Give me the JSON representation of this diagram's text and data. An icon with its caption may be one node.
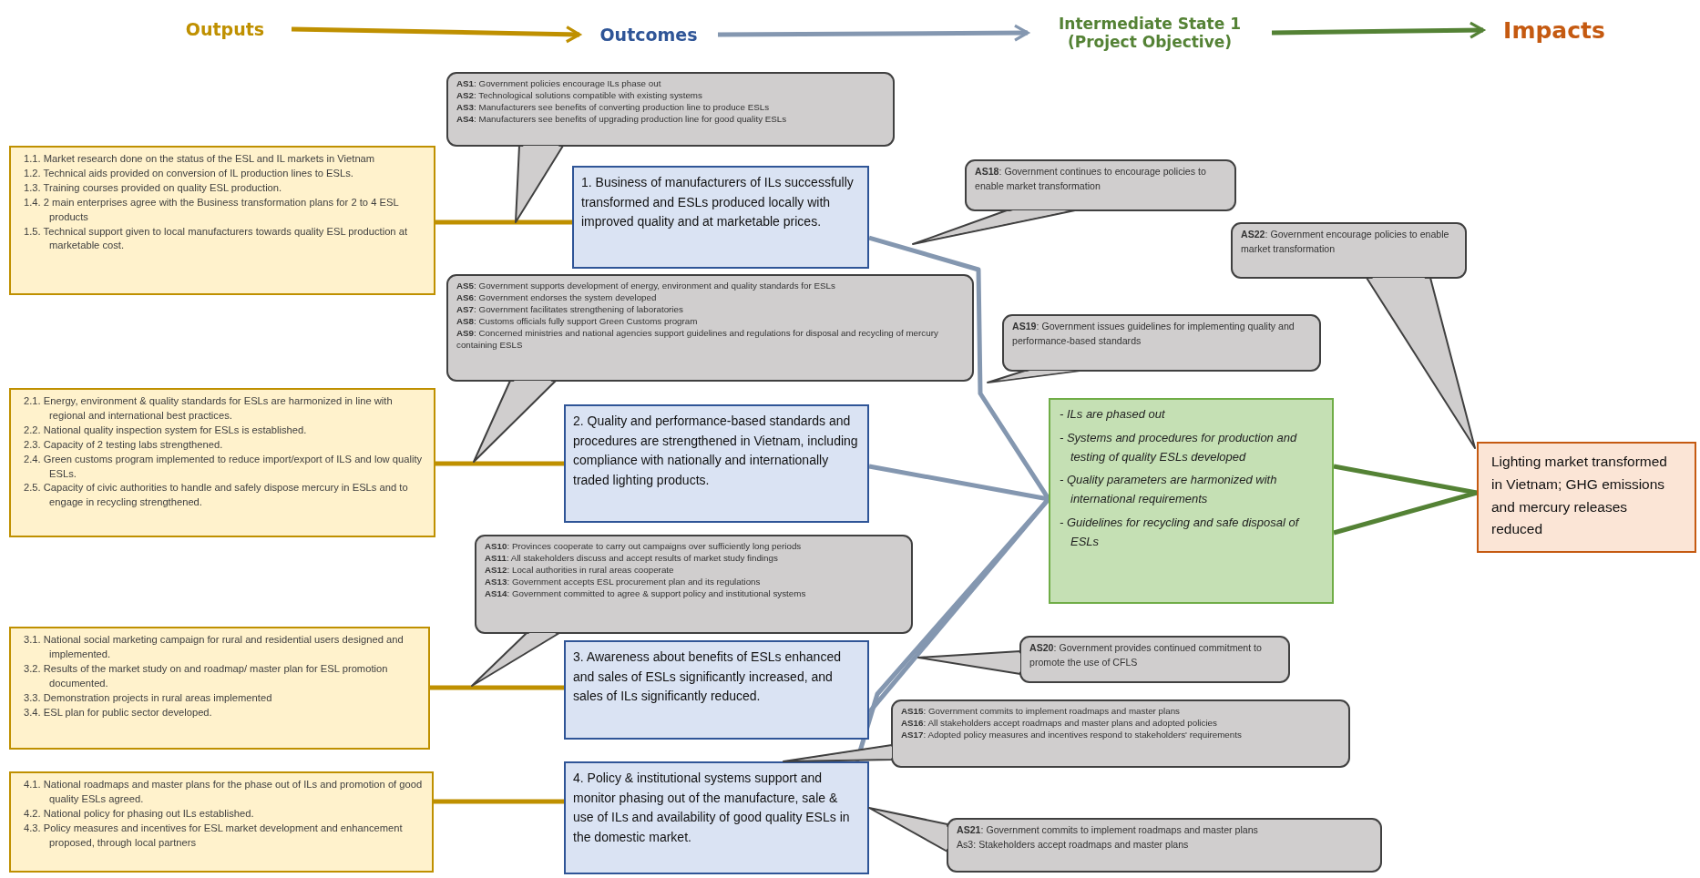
{
  "diagram": {
    "nodes": [
      {
        "text": [
          "Outputs"
        ]
      },
      {
        "text": [
          "Outcomes"
        ]
      },
      {
        "text": [
          "Intermediate State 1 (Project Objective)"
        ]
      },
      {
        "text": [
          "Impacts"
        ]
      },
      {
        "text": [
          "1.1. Market research done on the status of the ESL and IL markets in Vietnam",
          "1.2. Technical aids provided on conversion of IL production lines to ESLs.",
          "1.3. Training courses provided on quality ESL production.",
          "1.4. 2 main enterprises agree with the Business transformation plans for 2 to 4 ESL products",
          "1.5. Technical support given to local manufacturers towards quality ESL production at marketable cost."
        ]
      },
      {
        "text": [
          "1. Business of manufacturers of ILs successfully transformed and ESLs produced locally with improved quality and at marketable prices."
        ]
      },
      {
        "text": [
          "**AS1**: Government policies encourage ILs phase out",
          "**AS2**: Technological solutions compatible with existing systems",
          "**AS3**: Manufacturers see benefits of converting production line to produce ESLs",
          "**AS4**: Manufacturers see benefits of upgrading production line for good quality ESLs"
        ]
      },
      {
        "text": [
          "2.1. Energy, environment & quality standards for ESLs are harmonized in line with regional and international best practices.",
          "2.2. National quality inspection system for ESLs is established.",
          "2.3. Capacity of 2 testing labs strengthened.",
          "2.4. Green customs program implemented to reduce import/export of ILS and low quality ESLs.",
          "2.5. Capacity of civic authorities to handle and safely dispose mercury in ESLs and to engage in recycling strengthened."
        ]
      },
      {
        "text": [
          "2. Quality and performance-based standards and procedures are strengthened in Vietnam, including compliance with nationally and internationally traded lighting products."
        ]
      },
      {
        "text": [
          "**AS5**: Government supports development of energy, environment and quality standards for ESLs",
          "**AS6**: Government endorses the system developed",
          "**AS7**: Government facilitates strengthening of laboratories",
          "**AS8**: Customs officials fully support Green Customs program",
          "**AS9**: Concerned ministries and national agencies support guidelines and regulations for disposal and recycling of mercury containing ESLS"
        ]
      },
      {
        "text": [
          "3.1. National social marketing campaign for rural and residential users designed and implemented.",
          "3.2. Results of the market study on and roadmap/ master plan for ESL promotion documented.",
          "3.3. Demonstration projects in rural areas implemented",
          "3.4. ESL plan for public sector developed."
        ]
      },
      {
        "text": [
          "3. Awareness about benefits of ESLs enhanced and sales of ESLs significantly increased, and sales of ILs significantly reduced."
        ]
      },
      {
        "text": [
          "**AS10**: Provinces cooperate to carry out campaigns over sufficiently long periods",
          "**AS11**: All stakeholders discuss and accept results of market study findings",
          "**AS12**: Local authorities in rural areas cooperate",
          "**AS13**: Government accepts ESL procurement plan and its regulations",
          "**AS14**: Government committed to agree & support policy and institutional systems"
        ]
      },
      {
        "text": [
          "4.1. National roadmaps and master plans for the phase out of ILs and promotion of good quality ESLs agreed.",
          "4.2. National policy for phasing out ILs established.",
          "4.3. Policy measures and incentives for ESL market development and enhancement proposed, through local partners"
        ]
      },
      {
        "text": [
          "4. Policy & institutional systems support and monitor phasing out of the manufacture, sale & use of ILs and availability of good quality ESLs in the domestic market."
        ]
      },
      {
        "text": [
          "**AS15**: Government commits to implement roadmaps and master plans",
          "**AS16**: All stakeholders accept roadmaps and master plans and adopted policies",
          "**AS17**: Adopted policy measures and incentives respond to stakeholders' requirements"
        ]
      },
      {
        "text": [
          "**AS18**: Government continues to encourage policies to enable market transformation"
        ]
      },
      {
        "text": [
          "**AS19**: Government issues guidelines for implementing quality and performance-based standards"
        ]
      },
      {
        "text": [
          "**AS20**: Government provides continued commitment to promote the use of CFLS"
        ]
      },
      {
        "text": [
          "**AS21**: Government commits to implement roadmaps and master plans",
          "As3: Stakeholders accept roadmaps and master plans"
        ]
      },
      {
        "text": [
          "**AS22**: Government encourage policies to enable market transformation"
        ]
      },
      {
        "text": [
          "- ILs are phased out",
          "- Systems and procedures for production and testing of quality ESLs developed",
          "- Quality parameters are harmonized with international requirements",
          "- Guidelines for recycling and safe disposal of ESLs"
        ]
      },
      {
        "text": [
          "Lighting market transformed in Vietnam; GHG emissions and mercury releases reduced"
        ]
      }
    ],
    "edges": [
      {
        "from": 0,
        "to": 1,
        "arrow": "to",
        "color": "#bf9000"
      },
      {
        "from": 1,
        "to": 2,
        "arrow": "to",
        "color": "#8497b0"
      },
      {
        "from": 2,
        "to": 3,
        "arrow": "to",
        "color": "#548235"
      },
      {
        "from": 4,
        "to": 5,
        "arrow": "none",
        "color": "#bf9000"
      },
      {
        "from": 7,
        "to": 8,
        "arrow": "none",
        "color": "#bf9000"
      },
      {
        "from": 10,
        "to": 11,
        "arrow": "none",
        "color": "#bf9000"
      },
      {
        "from": 13,
        "to": 14,
        "arrow": "none",
        "color": "#bf9000"
      },
      {
        "from": 5,
        "to": 21,
        "arrow": "none",
        "color": "#8497b0"
      },
      {
        "from": 8,
        "to": 21,
        "arrow": "none",
        "color": "#8497b0"
      },
      {
        "from": 11,
        "to": 21,
        "arrow": "none",
        "color": "#8497b0"
      },
      {
        "from": 14,
        "to": 21,
        "arrow": "none",
        "color": "#8497b0"
      },
      {
        "from": 21,
        "to": 22,
        "arrow": "none",
        "color": "#548235"
      },
      {
        "from": 21,
        "to": 22,
        "arrow": "none",
        "color": "#548235"
      }
    ]
  }
}
